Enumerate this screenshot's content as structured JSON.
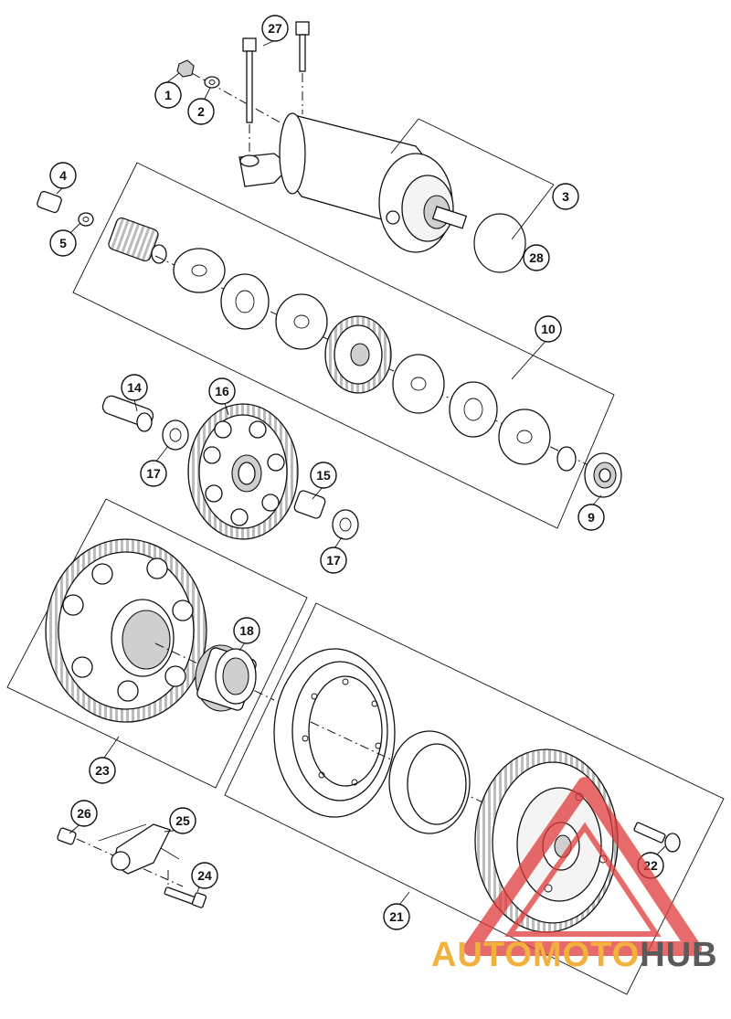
{
  "diagram": {
    "callouts": [
      {
        "id": "c27",
        "label": "27"
      },
      {
        "id": "c1",
        "label": "1"
      },
      {
        "id": "c2",
        "label": "2"
      },
      {
        "id": "c3",
        "label": "3"
      },
      {
        "id": "c28",
        "label": "28"
      },
      {
        "id": "c4",
        "label": "4"
      },
      {
        "id": "c5",
        "label": "5"
      },
      {
        "id": "c10",
        "label": "10"
      },
      {
        "id": "c14",
        "label": "14"
      },
      {
        "id": "c16",
        "label": "16"
      },
      {
        "id": "c17a",
        "label": "17"
      },
      {
        "id": "c15",
        "label": "15"
      },
      {
        "id": "c17b",
        "label": "17"
      },
      {
        "id": "c9",
        "label": "9"
      },
      {
        "id": "c18",
        "label": "18"
      },
      {
        "id": "c23",
        "label": "23"
      },
      {
        "id": "c26",
        "label": "26"
      },
      {
        "id": "c25",
        "label": "25"
      },
      {
        "id": "c24",
        "label": "24"
      },
      {
        "id": "c22",
        "label": "22"
      },
      {
        "id": "c21",
        "label": "21"
      }
    ]
  },
  "watermark": {
    "text_part1": "AUTOMOTO",
    "text_part2": "HUB",
    "color_primary": "#f2b13c",
    "color_secondary": "#5a5a5a",
    "triangle_color": "#e03a3a"
  }
}
